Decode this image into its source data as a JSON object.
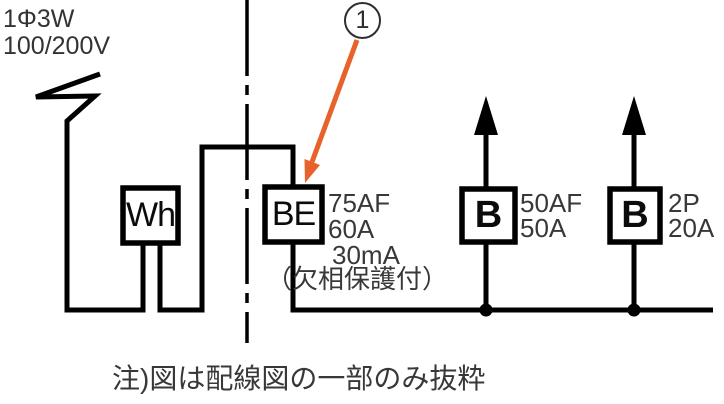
{
  "diagram": {
    "source": {
      "system": "1Φ3W",
      "voltage": "100/200V"
    },
    "annotation": {
      "number": "1",
      "arrow_color": "#e8622c"
    },
    "devices": {
      "watt_hour_meter": {
        "label": "Wh"
      },
      "main_breaker": {
        "label": "BE",
        "specs": [
          "75AF",
          "60A",
          "30mA"
        ],
        "note": "（欠相保護付）"
      },
      "branch_breaker_1": {
        "label": "B",
        "specs": [
          "50AF",
          "50A"
        ]
      },
      "branch_breaker_2": {
        "label": "B",
        "specs": [
          "2P",
          "20A"
        ]
      }
    },
    "footnote": "注)図は配線図の一部のみ抜粋",
    "colors": {
      "wire": "#000000",
      "label_text": "#383838",
      "callout": "#e8622c"
    }
  }
}
